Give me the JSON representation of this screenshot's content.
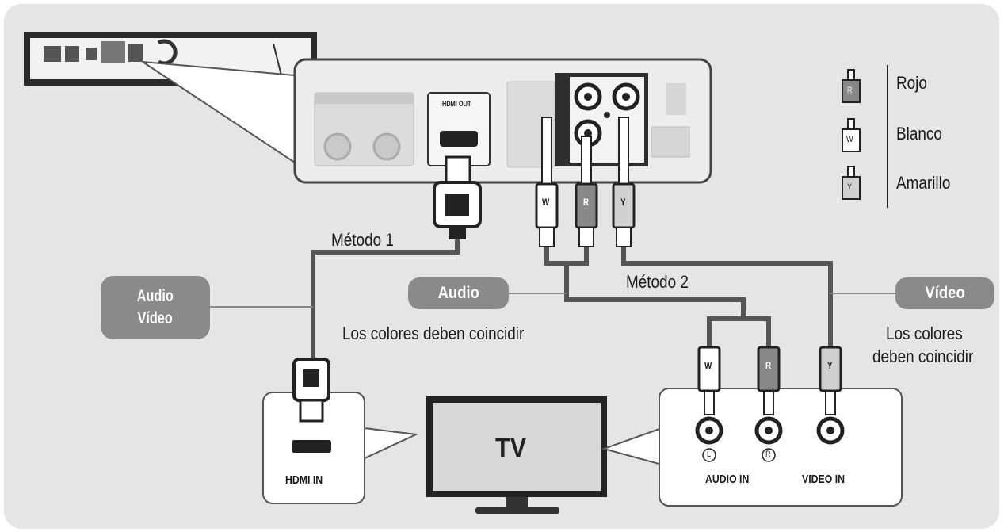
{
  "legend": {
    "items": [
      {
        "letter": "R",
        "label": "Rojo"
      },
      {
        "letter": "W",
        "label": "Blanco"
      },
      {
        "letter": "Y",
        "label": "Amarillo"
      }
    ]
  },
  "methods": {
    "method1": "Método 1",
    "method2": "Método 2"
  },
  "tags": {
    "audio_video_line1": "Audio",
    "audio_video_line2": "Vídeo",
    "audio": "Audio",
    "video": "Vídeo"
  },
  "notes": {
    "audio_note": "Los colores deben coincidir",
    "video_note_line1": "Los colores",
    "video_note_line2": "deben coincidir"
  },
  "tv": {
    "label": "TV",
    "hdmi_in": "HDMI IN",
    "audio_in": "AUDIO IN",
    "video_in": "VIDEO IN",
    "left": "L",
    "right": "R"
  },
  "plugs": {
    "w": "W",
    "r": "R",
    "y": "Y"
  },
  "panel": {
    "hdmi_out": "HDMI OUT"
  }
}
